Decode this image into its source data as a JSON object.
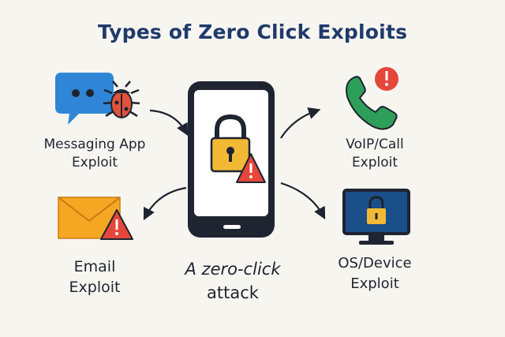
{
  "title": "Types of Zero Click Exploits",
  "center": {
    "line1": "A zero-click",
    "line2": "attack"
  },
  "nodes": [
    {
      "id": "messaging",
      "line1": "Messaging App",
      "line2": "Exploit"
    },
    {
      "id": "voip",
      "line1": "VoIP/Call",
      "line2": "Exploit"
    },
    {
      "id": "email",
      "line1": "Email",
      "line2": "Exploit"
    },
    {
      "id": "os",
      "line1": "OS/Device",
      "line2": "Exploit"
    }
  ],
  "colors": {
    "title": "#1f3a6b",
    "bubble": "#2f86d6",
    "bug": "#e0533a",
    "warning": "#e5463a",
    "lock": "#f2b935",
    "phone_icon": "#2e9e5b",
    "envelope": "#f5a623",
    "monitor_screen": "#1a4f8a",
    "arrow": "#1e2430"
  },
  "icons": [
    "chat-bubble-icon",
    "bug-icon",
    "smartphone-icon",
    "padlock-icon",
    "warning-icon",
    "phone-call-icon",
    "envelope-icon",
    "monitor-icon"
  ]
}
